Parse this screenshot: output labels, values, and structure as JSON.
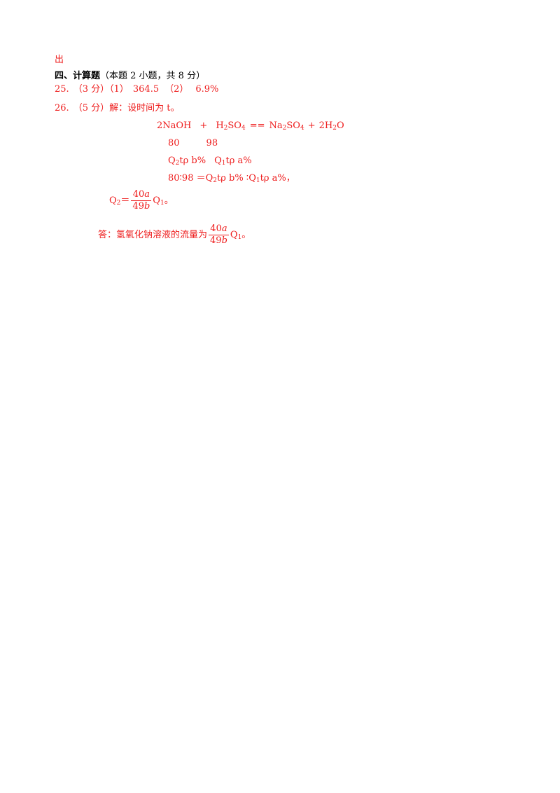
{
  "carry_over": "出",
  "section": {
    "heading": "四、计算题",
    "note": "（本题 2 小题，共 8 分）"
  },
  "q25": {
    "number": "25.",
    "score": "（3 分）",
    "part1_label": "（1）",
    "part1_answer": "364.5",
    "part2_label": "（2）",
    "part2_answer": "6.9%"
  },
  "q26": {
    "number": "26.",
    "score": "（5 分）",
    "intro": "解：设时间为 t。",
    "equation": {
      "coef1": "2NaOH",
      "plus1": "+",
      "h2so4_h": "H",
      "h2so4_sub": "2",
      "h2so4_rest": "SO",
      "h2so4_sub2": "4",
      "arrow": "==",
      "na2so4_na": "Na",
      "na2so4_sub": "2",
      "na2so4_so": "SO",
      "na2so4_sub2": "4",
      "plus2": "+",
      "water_pre": "2H",
      "water_sub": "2",
      "water_o": "O"
    },
    "masses": {
      "m1": "80",
      "m2": "98"
    },
    "quantities": {
      "q2": "Q",
      "q2_sub": "2",
      "q2_rest": "tρ b%",
      "q1": "Q",
      "q1_sub": "1",
      "q1_rest": "tρ a%"
    },
    "ratio": {
      "prefix": "80∶98 ＝Q",
      "sub2": "2",
      "mid": "tρ b% ∶Q",
      "sub1": "1",
      "suffix": "tρ a%，"
    },
    "result": {
      "lhs": "Q",
      "lhs_sub": "2",
      "equals": "＝",
      "num_n": "40",
      "num_v": "a",
      "den_n": "49",
      "den_v": "b",
      "rhs": "Q",
      "rhs_sub": "1",
      "end": "。"
    },
    "answer": {
      "text": "答：氢氧化钠溶液的流量为",
      "num_n": "40",
      "num_v": "a",
      "den_n": "49",
      "den_v": "b",
      "rhs": "Q",
      "rhs_sub": "1",
      "end": "。"
    }
  }
}
